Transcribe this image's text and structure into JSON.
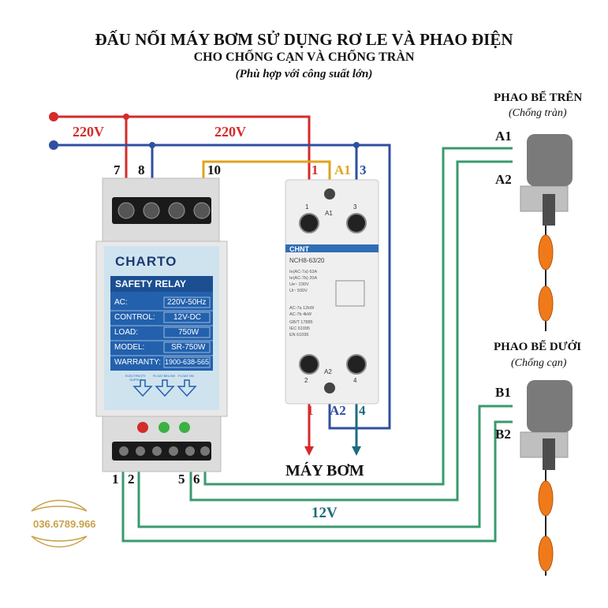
{
  "title": {
    "line1": "ĐẤU NỐI MÁY BƠM SỬ DỤNG RƠ LE VÀ PHAO ĐIỆN",
    "line2": "CHO CHỐNG CẠN VÀ CHỐNG TRÀN",
    "line3": "(Phù hợp với công suất lớn)"
  },
  "power": {
    "left_voltage": "220V",
    "center_voltage": "220V"
  },
  "terminals": {
    "top_left": [
      "7",
      "8",
      "10"
    ],
    "bottom_left": [
      "1",
      "2",
      "5",
      "6"
    ],
    "contactor_top": [
      "1",
      "A1",
      "3"
    ],
    "contactor_bottom": [
      "1",
      "A2",
      "4"
    ]
  },
  "relay": {
    "brand": "CHARTO",
    "name": "SAFETY RELAY",
    "rows": [
      {
        "label": "AC:",
        "value": "220V-50Hz"
      },
      {
        "label": "CONTROL:",
        "value": "12V-DC"
      },
      {
        "label": "LOAD:",
        "value": "750W"
      },
      {
        "label": "MODEL:",
        "value": "SR-750W"
      },
      {
        "label": "WARRANTY:",
        "value": "1900-638-565"
      }
    ],
    "indicators": [
      "ELECTRICITY SUPPLY",
      "FLOAT BELOW",
      "FLOAT ON"
    ]
  },
  "contactor": {
    "brand": "CHNT",
    "model": "NCH8-63/20",
    "top_marks": [
      "1",
      "A1",
      "3"
    ],
    "bottom_marks": [
      "2",
      "A2",
      "4"
    ],
    "specs": [
      "Ie(AC-7a)  63A",
      "Ie(AC-7b)  20A",
      "Ue~       230V",
      "Ui~       500V",
      "AC-7a     12kW",
      "AC-7b     4kW",
      "GB/T 17885",
      "IEC 61095",
      "EN 61095"
    ]
  },
  "pump_label": "MÁY BƠM",
  "control_voltage": "12V",
  "upper_float": {
    "title": "PHAO BỂ TRÊN",
    "subtitle": "(Chống tràn)",
    "terminals": [
      "A1",
      "A2"
    ]
  },
  "lower_float": {
    "title": "PHAO BỂ DƯỚI",
    "subtitle": "(Chống cạn)",
    "terminals": [
      "B1",
      "B2"
    ]
  },
  "phone": "036.6789.966",
  "colors": {
    "red": "#d42b2b",
    "blue": "#2f4fa0",
    "orange": "#e0a31c",
    "green": "#3a9a6e",
    "teal": "#1d6b80"
  }
}
